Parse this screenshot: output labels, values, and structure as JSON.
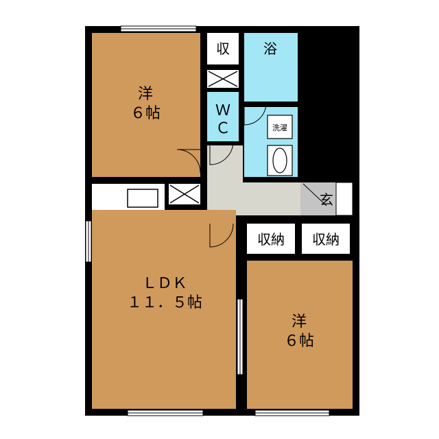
{
  "colors": {
    "room_wood": "#d09a5c",
    "bath": "#a3e6f6",
    "corridor": "#d8d7ce",
    "entrance": "#c4c4c4",
    "wall": "#000000",
    "white": "#ffffff"
  },
  "rooms": {
    "western1": {
      "name": "洋",
      "size": "６帖"
    },
    "storage_small": {
      "label": "収"
    },
    "bath": {
      "label": "浴"
    },
    "wc": {
      "line1": "Ｗ",
      "line2": "Ｃ"
    },
    "laundry": {
      "label": "洗濯"
    },
    "entrance": {
      "label": "玄"
    },
    "closet1": {
      "label": "収納"
    },
    "closet2": {
      "label": "収納"
    },
    "ldk": {
      "name": "ＬＤＫ",
      "size": "１１．５帖"
    },
    "western2": {
      "name": "洋",
      "size": "６帖"
    }
  }
}
